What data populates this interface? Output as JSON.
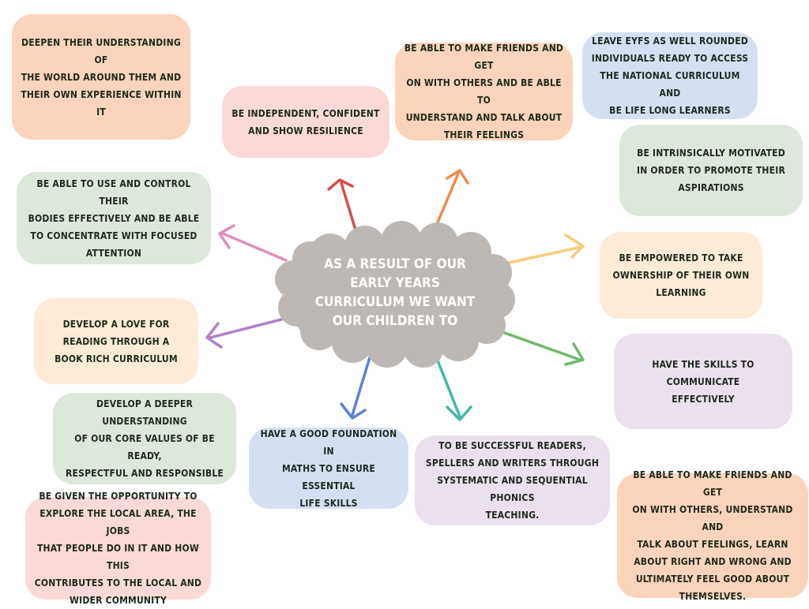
{
  "center": {
    "text": "As a result of our\nearly years\ncurriculum we want\nour children to"
  },
  "boxes": {
    "b1": "Deepen their understanding of\nthe world around them and\ntheir own experience within it",
    "b2": "Be independent, confident\nand show resilience",
    "b3": "Be able to make friends and get\non with others and  be able to\nunderstand and talk about\ntheir feelings",
    "b4": "Leave EYFS as well rounded\nindividuals ready to access\nthe national curriculum and\nbe life long learners",
    "b5": "Be intrinsically motivated\nin order to promote their\naspirations",
    "b6": "Be able to use and control their\nbodies effectively and be able\nto concentrate with focused\nattention",
    "b7": "Be empowered to take\nownership of their own\nlearning",
    "b8": "Develop a love for\nreading through a\nbook rich curriculum",
    "b9": "Have the skills to\ncommunicate\neffectively",
    "b10": "Develop a deeper understanding\nof our core values of be ready,\nrespectful and responsible",
    "b11": "Have a good foundation in\nmaths to ensure essential\nlife skills",
    "b12": "To be successful readers,\nspellers and writers through\nsystematic and sequential phonics\nteaching.",
    "b13": "Be given the opportunity to\nexplore the local area, the jobs\nthat people do in it and how this\ncontributes to the local and\nwider community",
    "b14": "Be able to make friends and get\non with others, understand and\ntalk about feelings, learn\nabout right and wrong and\nultimately feel good about\nthemselves."
  },
  "colors": {
    "cloud": "#beb8b5",
    "peach": "#fcd3bb",
    "pink": "#fcd9d9",
    "green": "#dce9da",
    "blue": "#d4e0f2",
    "cream": "#fdebd8",
    "lavender": "#ebe0ee"
  }
}
